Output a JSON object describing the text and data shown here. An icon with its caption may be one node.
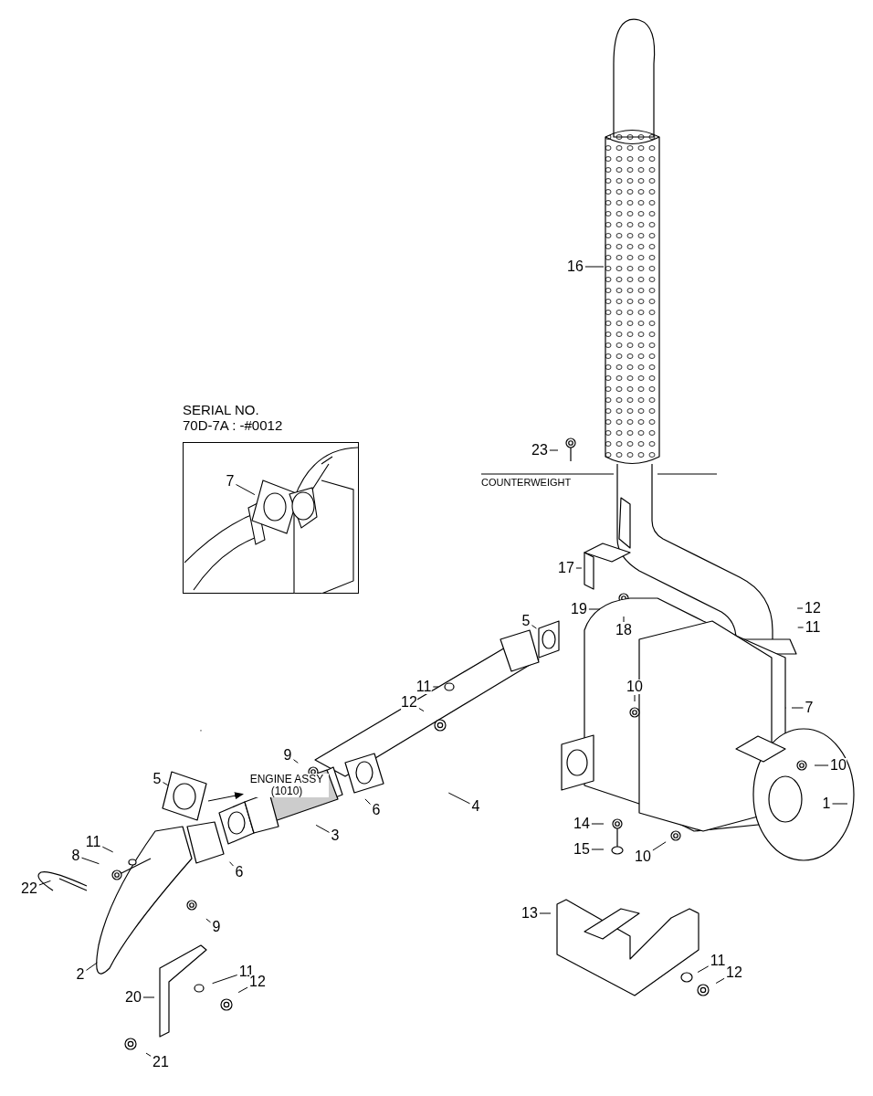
{
  "diagram": {
    "nodes": [
      {
        "text": [
          "16"
        ]
      },
      {
        "text": [
          "SERIAL NO. 70D-7A : -#0012"
        ]
      },
      {
        "text": [
          "23"
        ]
      },
      {
        "text": [
          "7"
        ],
        "in": 1
      },
      {
        "text": [
          "17"
        ]
      },
      {
        "text": [
          "19"
        ]
      },
      {
        "text": [
          "12"
        ]
      },
      {
        "text": [
          "5"
        ]
      },
      {
        "text": [
          "11"
        ]
      },
      {
        "text": [
          "18"
        ]
      },
      {
        "text": [
          "10"
        ]
      },
      {
        "text": [
          "11"
        ]
      },
      {
        "text": [
          "12"
        ]
      },
      {
        "text": [
          "7"
        ]
      },
      {
        "text": [
          "9"
        ]
      },
      {
        "text": [
          "10"
        ]
      },
      {
        "text": [
          "5"
        ]
      },
      {
        "text": [
          "ENGINE ASSY (1010)"
        ]
      },
      {
        "text": [
          "1"
        ]
      },
      {
        "text": [
          "4"
        ]
      },
      {
        "text": [
          "6"
        ]
      },
      {
        "text": [
          "14"
        ]
      },
      {
        "text": [
          "3"
        ]
      },
      {
        "text": [
          "11"
        ]
      },
      {
        "text": [
          "15"
        ]
      },
      {
        "text": [
          "8"
        ]
      },
      {
        "text": [
          "10"
        ]
      },
      {
        "text": [
          "6"
        ]
      },
      {
        "text": [
          "22"
        ]
      },
      {
        "text": [
          "13"
        ]
      },
      {
        "text": [
          "9"
        ]
      },
      {
        "text": [
          "11"
        ]
      },
      {
        "text": [
          "12"
        ]
      },
      {
        "text": [
          "2"
        ]
      },
      {
        "text": [
          "11"
        ]
      },
      {
        "text": [
          "12"
        ]
      },
      {
        "text": [
          "20"
        ]
      },
      {
        "text": [
          "21"
        ]
      }
    ],
    "edges": [
      {
        "from": 0,
        "to": null,
        "arrow": "none"
      },
      {
        "from": 2,
        "to": null,
        "arrow": "none"
      },
      {
        "from": 3,
        "to": null,
        "arrow": "none"
      },
      {
        "from": 4,
        "to": null,
        "arrow": "none"
      },
      {
        "from": 5,
        "to": null,
        "arrow": "none"
      },
      {
        "from": 6,
        "to": null,
        "arrow": "none"
      },
      {
        "from": 7,
        "to": null,
        "arrow": "none"
      },
      {
        "from": 8,
        "to": null,
        "arrow": "none"
      },
      {
        "from": 9,
        "to": null,
        "arrow": "none"
      },
      {
        "from": 10,
        "to": null,
        "arrow": "none"
      },
      {
        "from": 11,
        "to": null,
        "arrow": "none"
      },
      {
        "from": 12,
        "to": null,
        "arrow": "none"
      },
      {
        "from": 13,
        "to": null,
        "arrow": "none"
      },
      {
        "from": 14,
        "to": null,
        "arrow": "none"
      },
      {
        "from": 15,
        "to": null,
        "arrow": "none"
      },
      {
        "from": 16,
        "to": null,
        "arrow": "none"
      },
      {
        "from": null,
        "to": 17,
        "arrow": "to"
      },
      {
        "from": 18,
        "to": null,
        "arrow": "none"
      },
      {
        "from": 19,
        "to": null,
        "arrow": "none"
      },
      {
        "from": 20,
        "to": null,
        "arrow": "none"
      },
      {
        "from": 21,
        "to": null,
        "arrow": "none"
      },
      {
        "from": 22,
        "to": null,
        "arrow": "none"
      },
      {
        "from": 23,
        "to": null,
        "arrow": "none"
      },
      {
        "from": 24,
        "to": null,
        "arrow": "none"
      },
      {
        "from": 25,
        "to": null,
        "arrow": "none"
      },
      {
        "from": 26,
        "to": null,
        "arrow": "none"
      },
      {
        "from": 27,
        "to": null,
        "arrow": "none"
      },
      {
        "from": 28,
        "to": null,
        "arrow": "none"
      },
      {
        "from": 29,
        "to": null,
        "arrow": "none"
      },
      {
        "from": 30,
        "to": null,
        "arrow": "none"
      },
      {
        "from": 31,
        "to": null,
        "arrow": "none"
      },
      {
        "from": 32,
        "to": null,
        "arrow": "none"
      },
      {
        "from": 33,
        "to": null,
        "arrow": "none"
      },
      {
        "from": 34,
        "to": null,
        "arrow": "none"
      },
      {
        "from": 35,
        "to": null,
        "arrow": "none"
      },
      {
        "from": 36,
        "to": null,
        "arrow": "none"
      },
      {
        "from": 37,
        "to": null,
        "arrow": "none"
      }
    ],
    "labels": [
      "COUNTERWEIGHT"
    ]
  }
}
